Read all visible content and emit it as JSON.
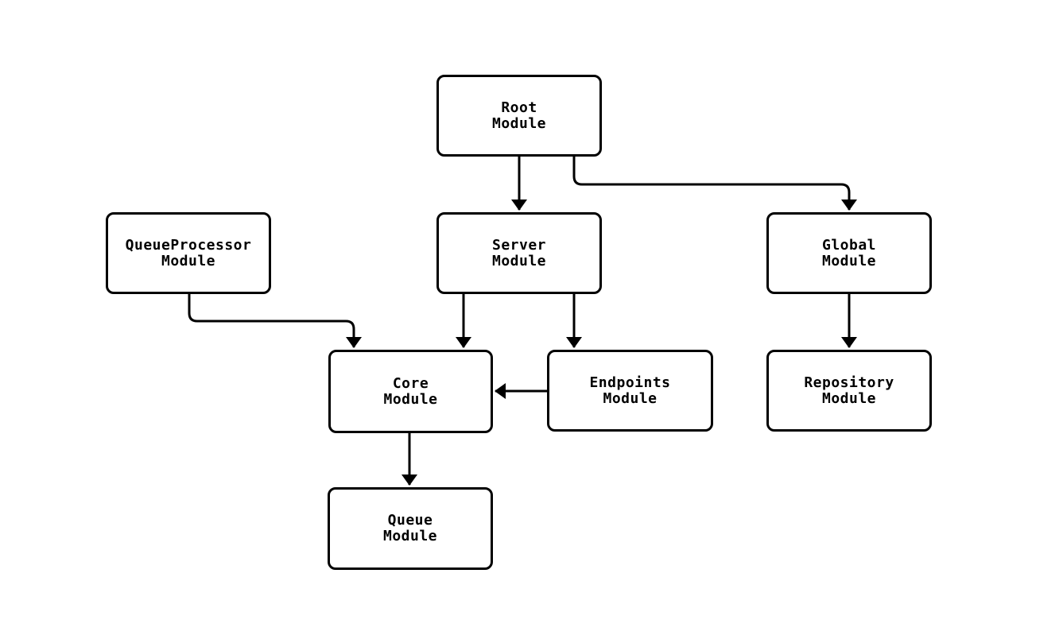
{
  "diagram": {
    "type": "flowchart",
    "background_color": "#ffffff",
    "line_color": "#000000",
    "text_color": "#000000",
    "nodes": {
      "root": {
        "line1": "Root",
        "line2": "Module"
      },
      "server": {
        "line1": "Server",
        "line2": "Module"
      },
      "queue_processor": {
        "line1": "QueueProcessor",
        "line2": "Module"
      },
      "global": {
        "line1": "Global",
        "line2": "Module"
      },
      "core": {
        "line1": "Core",
        "line2": "Module"
      },
      "endpoints": {
        "line1": "Endpoints",
        "line2": "Module"
      },
      "repository": {
        "line1": "Repository",
        "line2": "Module"
      },
      "queue": {
        "line1": "Queue",
        "line2": "Module"
      }
    },
    "edges": [
      {
        "from": "Root Module",
        "to": "Server Module"
      },
      {
        "from": "Root Module",
        "to": "Global Module"
      },
      {
        "from": "QueueProcessor Module",
        "to": "Core Module"
      },
      {
        "from": "Server Module",
        "to": "Core Module"
      },
      {
        "from": "Server Module",
        "to": "Endpoints Module"
      },
      {
        "from": "Endpoints Module",
        "to": "Core Module"
      },
      {
        "from": "Global Module",
        "to": "Repository Module"
      },
      {
        "from": "Core Module",
        "to": "Queue Module"
      }
    ]
  }
}
